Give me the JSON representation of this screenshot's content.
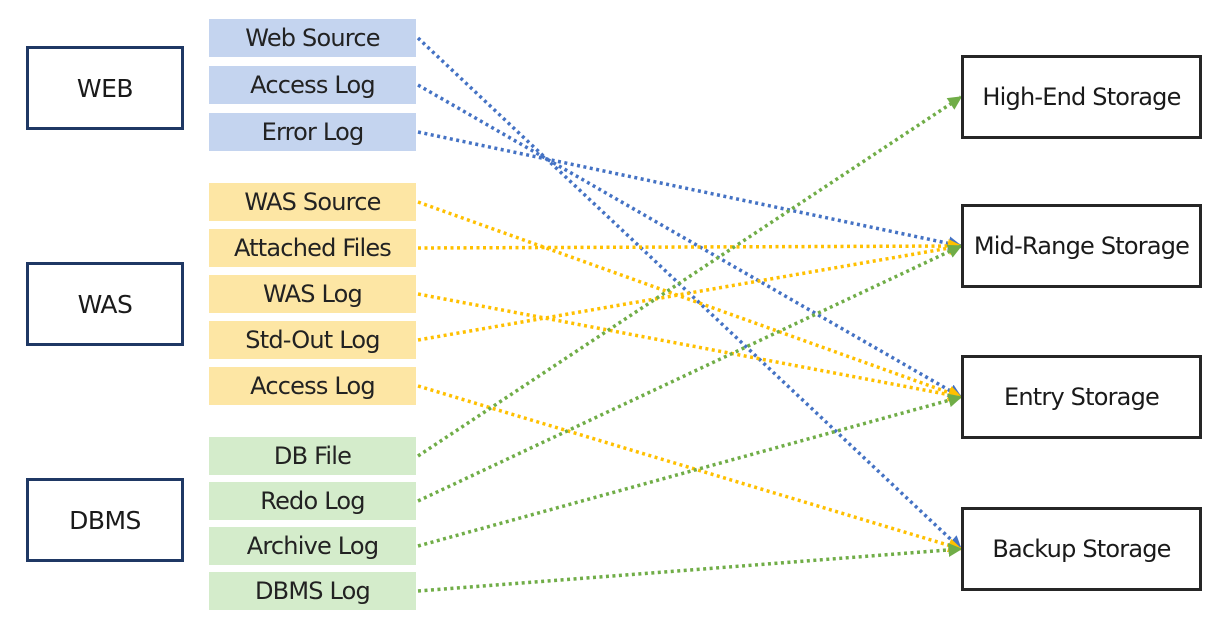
{
  "groups": {
    "web": {
      "label": "WEB"
    },
    "was": {
      "label": "WAS"
    },
    "dbms": {
      "label": "DBMS"
    }
  },
  "items": {
    "web_source": "Web Source",
    "web_access_log": "Access Log",
    "web_error_log": "Error Log",
    "was_source": "WAS Source",
    "was_attached_files": "Attached Files",
    "was_log": "WAS Log",
    "was_std_out_log": "Std-Out Log",
    "was_access_log": "Access Log",
    "db_file": "DB File",
    "db_redo_log": "Redo Log",
    "db_archive_log": "Archive Log",
    "db_dbms_log": "DBMS Log"
  },
  "storages": {
    "high_end": "High-End Storage",
    "mid_range": "Mid-Range Storage",
    "entry": "Entry Storage",
    "backup": "Backup Storage"
  },
  "colors": {
    "web": "#4472c4",
    "was": "#ffc000",
    "dbms": "#70ad47"
  },
  "connections": [
    {
      "from": "web_source",
      "to": "backup",
      "color": "web"
    },
    {
      "from": "web_access_log",
      "to": "entry",
      "color": "web"
    },
    {
      "from": "web_error_log",
      "to": "mid_range",
      "color": "web"
    },
    {
      "from": "was_source",
      "to": "entry",
      "color": "was"
    },
    {
      "from": "was_attached_files",
      "to": "mid_range",
      "color": "was"
    },
    {
      "from": "was_log",
      "to": "entry",
      "color": "was"
    },
    {
      "from": "was_std_out_log",
      "to": "mid_range",
      "color": "was"
    },
    {
      "from": "was_access_log",
      "to": "backup",
      "color": "was"
    },
    {
      "from": "db_file",
      "to": "high_end",
      "color": "dbms"
    },
    {
      "from": "db_redo_log",
      "to": "mid_range",
      "color": "dbms"
    },
    {
      "from": "db_archive_log",
      "to": "entry",
      "color": "dbms"
    },
    {
      "from": "db_dbms_log",
      "to": "backup",
      "color": "dbms"
    }
  ]
}
